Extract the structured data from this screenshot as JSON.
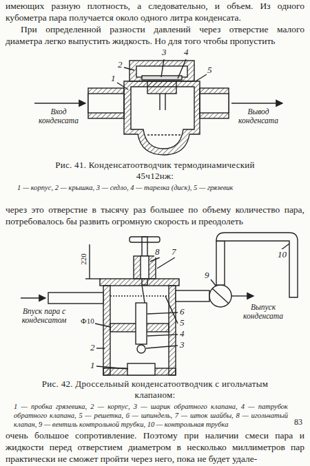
{
  "diagram": {
    "labels": [
      "имеющих разную плотность, а следовательно, и объем. Из одного кубометра пара получается около одного литра конденсата.",
      "При определенной разности давлений через отверстие малого диаметра легко выпустить жидкость. Но для того чтобы пропустить",
      "2",
      "3",
      "4",
      "5",
      "1",
      "Вход конденсата",
      "Вывод конденсата",
      "Рис. 41. Конденсатоотводчик термодинамический 45ч12нж:",
      "1 — корпус, 2 — крышка, 3 — седло, 4 — тарелка (диск), 5 — грязевик",
      "через это отверстие в тысячу раз большее по объему количество пара, потребовалось бы развить огромную скорость и преодолеть",
      "8",
      "7",
      "10",
      "9",
      "220",
      "Выпуск конденсата",
      "6",
      "5",
      "Впуск пара с конденсатом",
      "Ф10",
      "3",
      "4",
      "2",
      "1",
      "Рис. 42. Дроссельный конденсатоотводчик с игольчатым клапаном:",
      "1 — пробка грязевика, 2 — корпус, 3 — шарик обратного клапана, 4 — патрубок обратного клапана, 5 — решетка, 6 — шпиндель, 7 — шток шайбы, 8 — игольчатый клапан, 9 — вентиль контрольной трубки, 10 — контрольная трубка",
      "очень большое сопротивление. Поэтому при наличии смеси пара и жидкости перед отверстием диаметром в несколько миллиметров пар практически не сможет пройти через него, пока не будет удале-",
      "83"
    ]
  }
}
